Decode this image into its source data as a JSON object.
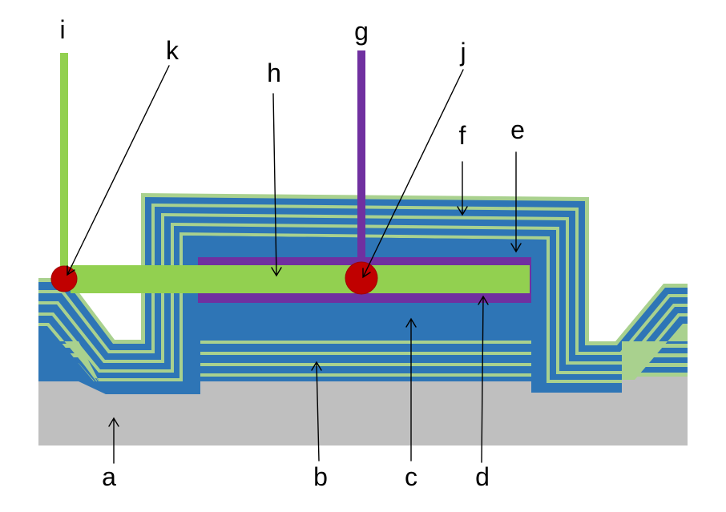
{
  "labels": {
    "a": "a",
    "b": "b",
    "c": "c",
    "d": "d",
    "e": "e",
    "f": "f",
    "g": "g",
    "h": "h",
    "i": "i",
    "j": "j",
    "k": "k"
  },
  "colors": {
    "substrate": "#bfbfbf",
    "layer_dark": "#2e75b6",
    "layer_light": "#a9d18e",
    "electrode_green": "#92d050",
    "electrode_purple": "#7030a0",
    "contact_red": "#c00000",
    "contact_outline": "#a00000"
  }
}
